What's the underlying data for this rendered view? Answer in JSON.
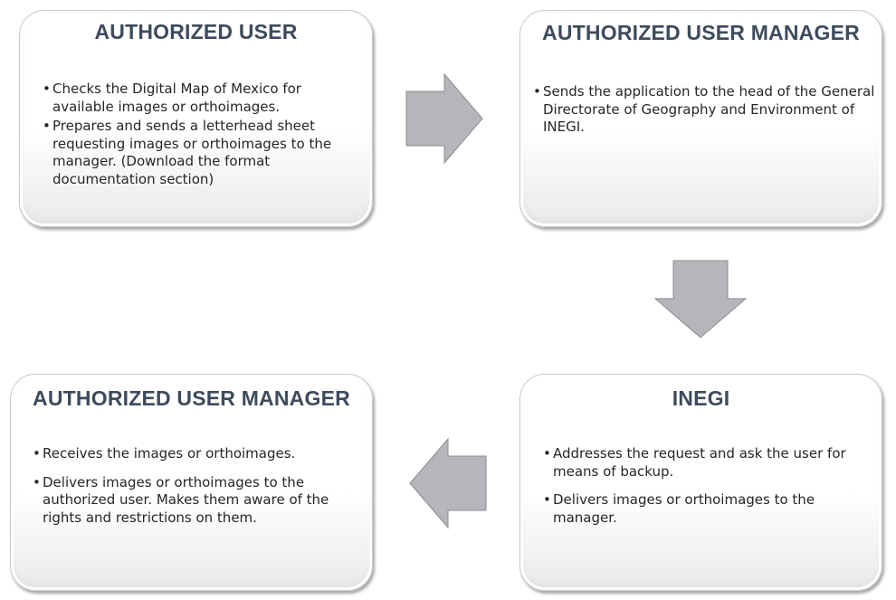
{
  "colors": {
    "title": "#3d4b5c",
    "text": "#262626",
    "arrow_fill": "#b4b6ba",
    "arrow_stroke": "#8b8d91",
    "box_border": "#c9c9c9"
  },
  "boxes": {
    "user": {
      "title": "AUTHORIZED USER",
      "points": [
        "Checks the Digital Map of Mexico for available images or orthoimages.",
        "Prepares and sends a letterhead sheet requesting images or orthoimages to the manager.  (Download the format documentation section)"
      ]
    },
    "manager_top": {
      "title": "AUTHORIZED USER MANAGER",
      "points": [
        "Sends the application to the head of the General Directorate of Geography and Environment of INEGI."
      ]
    },
    "inegi": {
      "title": "INEGI",
      "points": [
        "Addresses the request and ask the user for means of backup.",
        "Delivers images or orthoimages to the manager."
      ]
    },
    "manager_bottom": {
      "title": "AUTHORIZED USER MANAGER",
      "points": [
        "Receives the images or orthoimages.",
        "Delivers images or orthoimages to the authorized user. Makes them aware of the rights and restrictions on them."
      ]
    }
  },
  "arrows": [
    {
      "direction": "right",
      "icon": "arrow-right-icon"
    },
    {
      "direction": "down",
      "icon": "arrow-down-icon"
    },
    {
      "direction": "left",
      "icon": "arrow-left-icon"
    }
  ]
}
